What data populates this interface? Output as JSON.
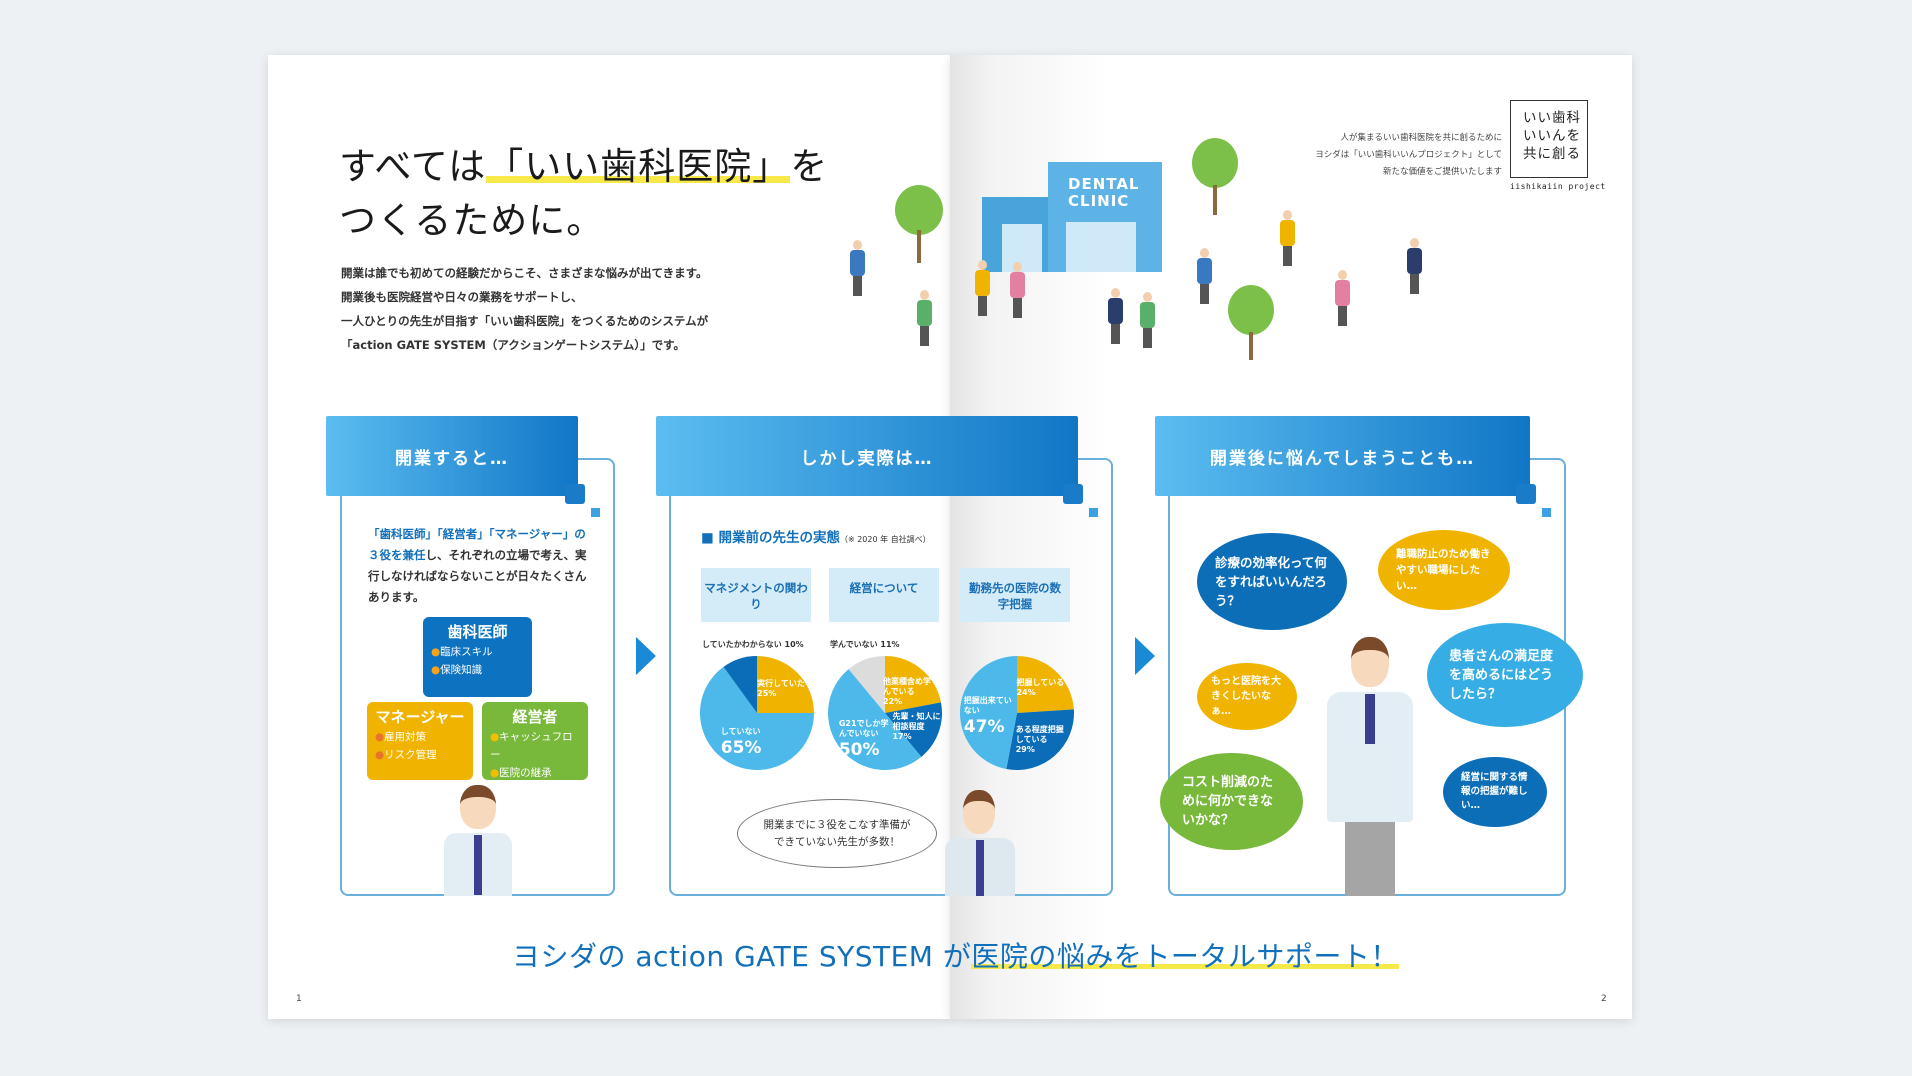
{
  "title": {
    "line1_pre": "すべては",
    "line1_hl": "「いい歯科医院」",
    "line1_post": "を",
    "line2": "つくるために。"
  },
  "intro": [
    "開業は誰でも初めての経験だからこそ、さまざまな悩みが出てきます。",
    "開業後も医院経営や日々の業務をサポートし、",
    "一人ひとりの先生が目指す「いい歯科医院」をつくるためのシステムが",
    "「action GATE SYSTEM（アクションゲートシステム）」です。"
  ],
  "project": {
    "lines": [
      "人が集まるいい歯科医院を共に創るために",
      "ヨシダは「いい歯科いいんプロジェクト」として",
      "新たな価値をご提供いたします"
    ],
    "logo_lines": [
      "いい歯科",
      "いいんを",
      "共に創る"
    ],
    "logo_caption": "iishikaiin project"
  },
  "illustration": {
    "clinic_sign": [
      "DENTAL",
      "CLINIC"
    ]
  },
  "panel1": {
    "header": "開業すると…",
    "text_hl": "「歯科医師」「経営者」「マネージャー」の３役を兼任",
    "text_rest": "し、それぞれの立場で考え、実行しなければならないことが日々たくさんあります。",
    "roles": [
      {
        "title": "歯科医師",
        "items": [
          "臨床スキル",
          "保険知識"
        ],
        "color": "#0d72c0"
      },
      {
        "title": "マネージャー",
        "items": [
          "雇用対策",
          "リスク管理"
        ],
        "color": "#f0b400"
      },
      {
        "title": "経営者",
        "items": [
          "キャッシュフロー",
          "医院の継承"
        ],
        "color": "#78b83a"
      }
    ]
  },
  "panel2": {
    "header": "しかし実際は…",
    "section": "■ 開業前の先生の実態",
    "note": "（※ 2020 年 自社調べ）",
    "bubble": [
      "開業までに３役をこなす準備が",
      "できていない先生が多数！"
    ]
  },
  "chart_data": [
    {
      "type": "pie",
      "title": "マネジメントの関わり",
      "slices": [
        {
          "label": "実行していた",
          "value": 25,
          "color": "#f0b400"
        },
        {
          "label": "していない",
          "value": 65,
          "color": "#4cb9ea"
        },
        {
          "label": "していたかわからない",
          "value": 10,
          "color": "#0b6cb8"
        }
      ]
    },
    {
      "type": "pie",
      "title": "経営について",
      "slices": [
        {
          "label": "他業種含め学んでいる",
          "value": 22,
          "color": "#f0b400"
        },
        {
          "label": "先輩・知人に相談程度",
          "value": 17,
          "color": "#0b6cb8"
        },
        {
          "label": "G21でしか学んでいない",
          "value": 50,
          "color": "#4cb9ea"
        },
        {
          "label": "学んでいない",
          "value": 11,
          "color": "#dcdcdc"
        }
      ]
    },
    {
      "type": "pie",
      "title": "勤務先の医院の数字把握",
      "slices": [
        {
          "label": "把握している",
          "value": 24,
          "color": "#f0b400"
        },
        {
          "label": "ある程度把握している",
          "value": 29,
          "color": "#0b6cb8"
        },
        {
          "label": "把握出来ていない",
          "value": 47,
          "color": "#4cb9ea"
        }
      ]
    }
  ],
  "panel3": {
    "header": "開業後に悩んでしまうことも…",
    "bubbles": [
      "診療の効率化って何をすればいいんだろう？",
      "離職防止のため働きやすい職場にしたい…",
      "患者さんの満足度を高めるにはどうしたら？",
      "もっと医院を大きくしたいなぁ…",
      "コスト削減のために何かできないかな？",
      "経営に関する情報の把握が難しい…"
    ]
  },
  "tagline": {
    "pre": "ヨシダの action GATE SYSTEM が",
    "hl": "医院の悩みをトータルサポート！"
  },
  "page_numbers": [
    "1",
    "2"
  ]
}
